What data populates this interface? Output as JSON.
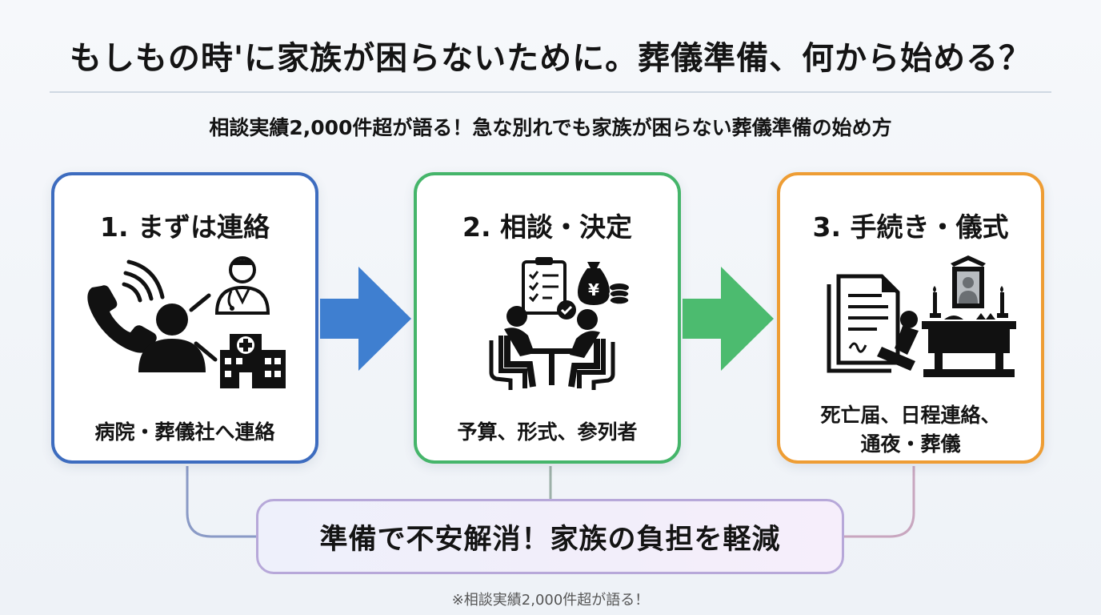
{
  "title": "もしもの時'に家族が困らないために。葬儀準備、何から始める？",
  "subtitle": "相談実績2,000件超が語る！急な別れでも家族が困らない葬儀準備の始め方",
  "steps": [
    {
      "title": "1. まずは連絡",
      "desc": "病院・葬儀社へ連絡",
      "color": "#3d6cbf",
      "icons": [
        "phone-icon",
        "person-icon",
        "doctor-icon",
        "hospital-icon"
      ]
    },
    {
      "title": "2. 相談・決定",
      "desc": "予算、形式、参列者",
      "color": "#45b56a",
      "icons": [
        "checklist-icon",
        "money-bag-icon",
        "meeting-table-icon"
      ]
    },
    {
      "title": "3. 手続き・儀式",
      "desc_line1": "死亡届、日程連絡、",
      "desc_line2": "通夜・葬儀",
      "color": "#ee9d34",
      "icons": [
        "document-icon",
        "stamp-icon",
        "altar-icon",
        "portrait-icon"
      ]
    }
  ],
  "arrows": [
    {
      "color": "#3f7fd0"
    },
    {
      "color": "#4cbb6f"
    }
  ],
  "summary": "準備で不安解消！家族の負担を軽減",
  "footnote": "※相談実績2,000件超が語る！"
}
